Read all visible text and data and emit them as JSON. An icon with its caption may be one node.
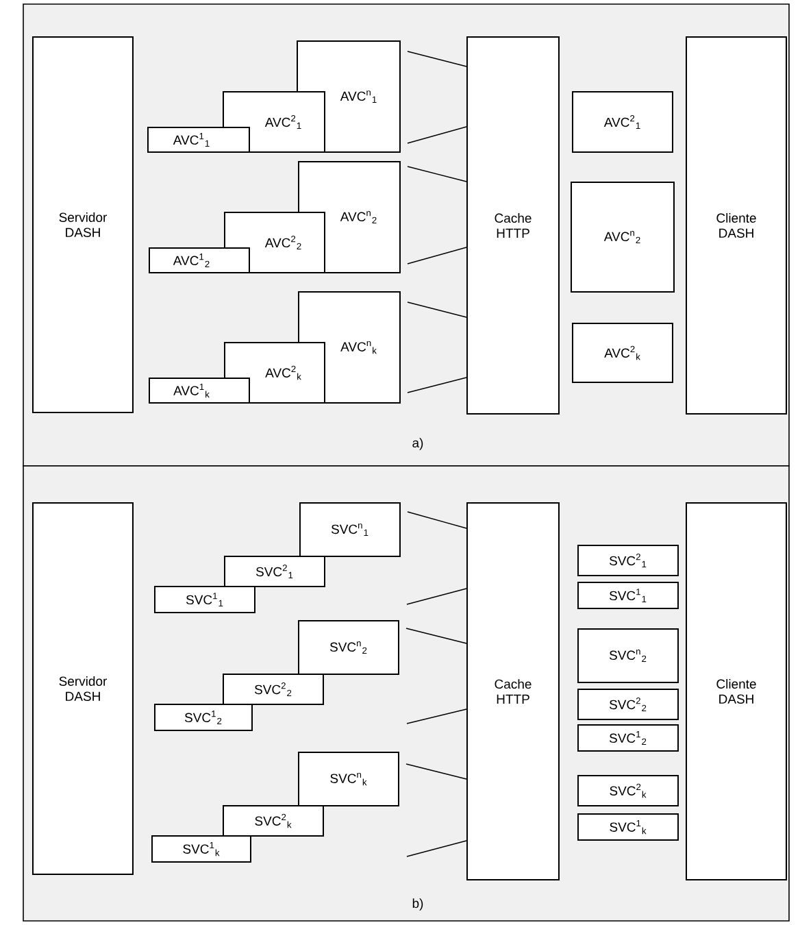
{
  "diagram": {
    "nodes": [
      {
        "text": [
          "Servidor DASH"
        ]
      },
      {
        "text": [
          "AVC$^{n}$$_{1}$"
        ]
      },
      {
        "text": [
          "AVC$^{2}$$_{1}$"
        ]
      },
      {
        "text": [
          "AVC$^{1}$$_{1}$"
        ]
      },
      {
        "text": [
          "AVC$^{n}$$_{2}$"
        ]
      },
      {
        "text": [
          "AVC$^{2}$$_{2}$"
        ]
      },
      {
        "text": [
          "AVC$^{1}$$_{2}$"
        ]
      },
      {
        "text": [
          "AVC$^{n}$$_{k}$"
        ]
      },
      {
        "text": [
          "AVC$^{2}$$_{k}$"
        ]
      },
      {
        "text": [
          "AVC$^{1}$$_{k}$"
        ]
      },
      {
        "text": [
          "Cache HTTP"
        ]
      },
      {
        "text": [
          "AVC$^{2}$$_{1}$"
        ]
      },
      {
        "text": [
          "AVC$^{n}$$_{2}$"
        ]
      },
      {
        "text": [
          "AVC$^{2}$$_{k}$"
        ]
      },
      {
        "text": [
          "Cliente DASH"
        ]
      },
      {
        "text": [
          "Servidor DASH"
        ]
      },
      {
        "text": [
          "SVC$^{n}$$_{1}$"
        ]
      },
      {
        "text": [
          "SVC$^{2}$$_{1}$"
        ]
      },
      {
        "text": [
          "SVC$^{1}$$_{1}$"
        ]
      },
      {
        "text": [
          "SVC$^{n}$$_{2}$"
        ]
      },
      {
        "text": [
          "SVC$^{2}$$_{2}$"
        ]
      },
      {
        "text": [
          "SVC$^{1}$$_{2}$"
        ]
      },
      {
        "text": [
          "SVC$^{n}$$_{k}$"
        ]
      },
      {
        "text": [
          "SVC$^{2}$$_{k}$"
        ]
      },
      {
        "text": [
          "SVC$^{1}$$_{k}$"
        ]
      },
      {
        "text": [
          "Cache HTTP"
        ]
      },
      {
        "text": [
          "SVC$^{2}$$_{1}$"
        ]
      },
      {
        "text": [
          "SVC$^{1}$$_{1}$"
        ]
      },
      {
        "text": [
          "SVC$^{n}$$_{2}$"
        ]
      },
      {
        "text": [
          "SVC$^{2}$$_{2}$"
        ]
      },
      {
        "text": [
          "SVC$^{1}$$_{2}$"
        ]
      },
      {
        "text": [
          "SVC$^{2}$$_{k}$"
        ]
      },
      {
        "text": [
          "SVC$^{1}$$_{k}$"
        ]
      },
      {
        "text": [
          "Cliente DASH"
        ]
      }
    ],
    "edges": [
      {
        "from": 1,
        "to": 10,
        "arrow": "none"
      },
      {
        "from": 1,
        "to": 10,
        "arrow": "none"
      },
      {
        "from": 4,
        "to": 10,
        "arrow": "none"
      },
      {
        "from": 4,
        "to": 10,
        "arrow": "none"
      },
      {
        "from": 7,
        "to": 10,
        "arrow": "none"
      },
      {
        "from": 7,
        "to": 10,
        "arrow": "none"
      },
      {
        "from": 16,
        "to": 25,
        "arrow": "none"
      },
      {
        "from": null,
        "to": 25,
        "arrow": "none"
      },
      {
        "from": 19,
        "to": 25,
        "arrow": "none"
      },
      {
        "from": null,
        "to": 25,
        "arrow": "none"
      },
      {
        "from": 22,
        "to": 25,
        "arrow": "none"
      },
      {
        "from": null,
        "to": 25,
        "arrow": "none"
      }
    ],
    "labels": [
      "a)",
      "b)"
    ]
  }
}
